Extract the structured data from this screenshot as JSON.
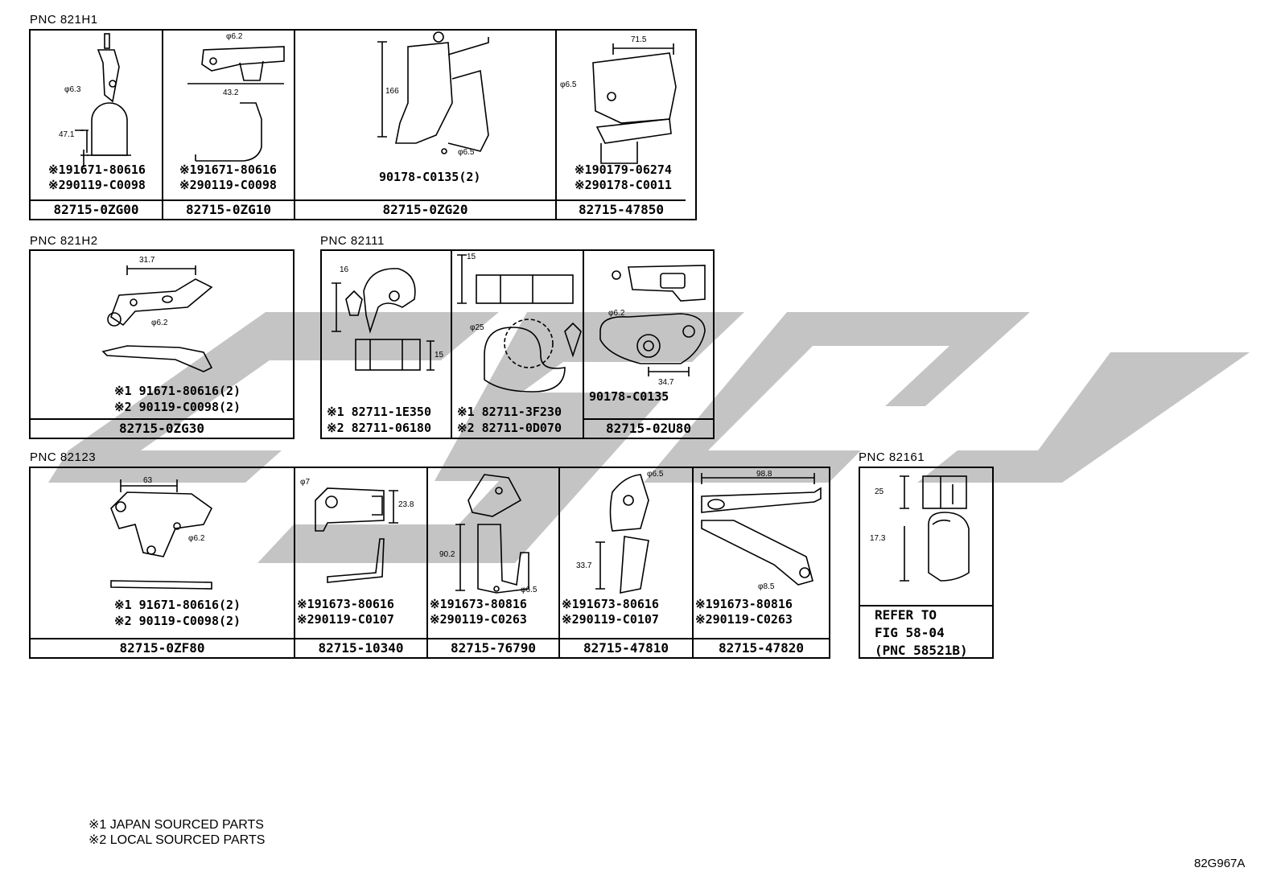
{
  "groups": [
    {
      "title": "PNC 821H1",
      "cells": [
        {
          "part": "82715-0ZG00",
          "hw": [
            "※191671-80616",
            "※290119-C0098"
          ],
          "dims": [
            "φ6.3",
            "47.1"
          ]
        },
        {
          "part": "82715-0ZG10",
          "hw": [
            "※191671-80616",
            "※290119-C0098"
          ],
          "dims": [
            "φ6.2",
            "43.2"
          ]
        },
        {
          "part": "82715-0ZG20",
          "hw": [
            "90178-C0135(2)"
          ],
          "dims": [
            "166",
            "φ6.5"
          ]
        },
        {
          "part": "82715-47850",
          "hw": [
            "※190179-06274",
            "※290178-C0011"
          ],
          "dims": [
            "71.5",
            "φ6.5"
          ]
        }
      ]
    },
    {
      "title": "PNC 821H2",
      "cells": [
        {
          "part": "82715-0ZG30",
          "hw": [
            "※1 91671-80616(2)",
            "※2 90119-C0098(2)"
          ],
          "dims": [
            "31.7",
            "φ6.2"
          ]
        }
      ]
    },
    {
      "title": "PNC 82111",
      "cells": [
        {
          "part": "",
          "hw": [
            "※1 82711-1E350",
            "※2 82711-06180"
          ],
          "dims": [
            "16",
            "15"
          ]
        },
        {
          "part": "",
          "hw": [
            "※1 82711-3F230",
            "※2 82711-0D070"
          ],
          "dims": [
            "15",
            "φ25"
          ]
        },
        {
          "part": "82715-02U80",
          "hw": [
            "90178-C0135"
          ],
          "dims": [
            "φ6.2",
            "34.7"
          ]
        }
      ]
    },
    {
      "title": "PNC 82123",
      "cells": [
        {
          "part": "82715-0ZF80",
          "hw": [
            "※1 91671-80616(2)",
            "※2 90119-C0098(2)"
          ],
          "dims": [
            "63",
            "φ6.2"
          ]
        },
        {
          "part": "82715-10340",
          "hw": [
            "※191673-80616",
            "※290119-C0107"
          ],
          "dims": [
            "φ7",
            "23.8"
          ]
        },
        {
          "part": "82715-76790",
          "hw": [
            "※191673-80816",
            "※290119-C0263"
          ],
          "dims": [
            "90.2",
            "φ6.5"
          ]
        },
        {
          "part": "82715-47810",
          "hw": [
            "※191673-80616",
            "※290119-C0107"
          ],
          "dims": [
            "φ6.5",
            "33.7"
          ]
        },
        {
          "part": "82715-47820",
          "hw": [
            "※191673-80816",
            "※290119-C0263"
          ],
          "dims": [
            "98.8",
            "φ8.5"
          ]
        }
      ]
    },
    {
      "title": "PNC 82161",
      "cells": [
        {
          "part": "",
          "hw": [],
          "dims": [
            "25",
            "17.3"
          ],
          "refer": [
            "REFER TO",
            "FIG 58-04",
            "(PNC 58521B)"
          ]
        }
      ]
    }
  ],
  "legend": [
    "※1 JAPAN SOURCED PARTS",
    "※2 LOCAL SOURCED PARTS"
  ],
  "figure_code": "82G967A"
}
